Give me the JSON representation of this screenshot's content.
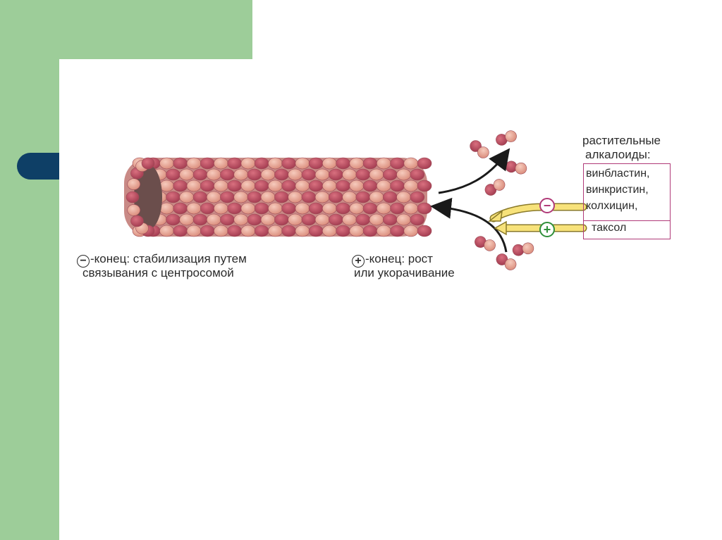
{
  "minus_end": {
    "symbol": "−",
    "line1": "-конец: стабилизация путем",
    "line2": "связывания с центросомой"
  },
  "plus_end": {
    "symbol": "+",
    "line1": "-конец: рост",
    "line2": "или укорачивание"
  },
  "alkaloids": {
    "heading1": "растительные",
    "heading2": "алкалоиды:",
    "drugs": [
      "винбластин,",
      "винкристин,",
      "колхицин,",
      "таксол"
    ]
  },
  "arrow_symbols": {
    "minus": "−",
    "plus": "+"
  },
  "colors": {
    "green_bg": "#9dcd99",
    "navy_pill": "#0e3f66",
    "tubulin_light": "#e8a38f",
    "tubulin_dark": "#b84a5e",
    "arrow_yellow": "#f7e27a",
    "box_border": "#b03a78"
  }
}
